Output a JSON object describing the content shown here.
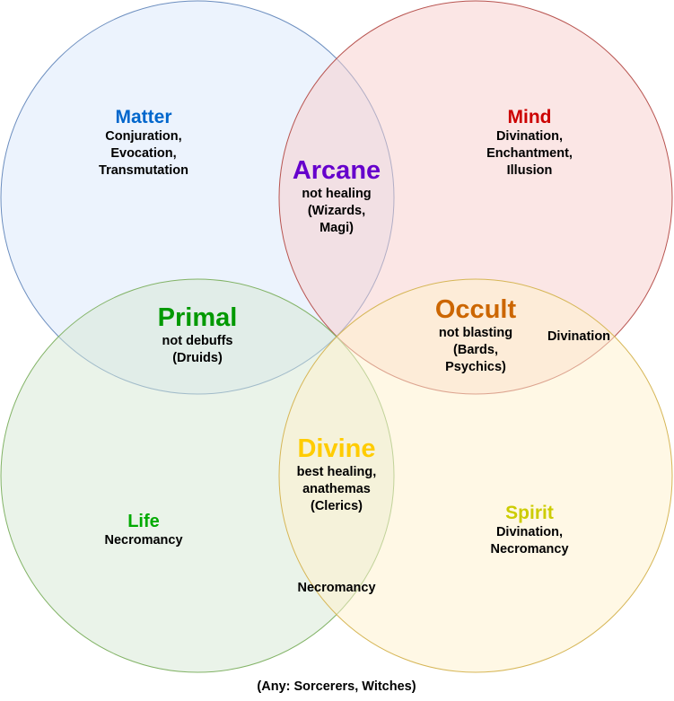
{
  "colors": {
    "matter_fill": "#dae8fc",
    "matter_stroke": "#6c8ebf",
    "mind_fill": "#f8cecc",
    "mind_stroke": "#b85450",
    "life_fill": "#d5e8d4",
    "life_stroke": "#82b366",
    "spirit_fill": "#fff2cc",
    "spirit_stroke": "#d6b656"
  },
  "circles": {
    "matter": {
      "title": "Matter",
      "title_color": "#0066cc",
      "body": "Conjuration,\nEvocation,\nTransmutation"
    },
    "mind": {
      "title": "Mind",
      "title_color": "#cc0000",
      "body": "Divination,\nEnchantment,\nIllusion"
    },
    "life": {
      "title": "Life",
      "title_color": "#00aa00",
      "body": "Necromancy"
    },
    "spirit": {
      "title": "Spirit",
      "title_color": "#cccc00",
      "body": "Divination,\nNecromancy"
    }
  },
  "traditions": {
    "arcane": {
      "title": "Arcane",
      "title_color": "#6600cc",
      "body": "not healing\n(Wizards,\nMagi)"
    },
    "primal": {
      "title": "Primal",
      "title_color": "#009900",
      "body": "not debuffs\n(Druids)"
    },
    "occult": {
      "title": "Occult",
      "title_color": "#cc6600",
      "body": "not blasting\n(Bards,\nPsychics)"
    },
    "divine": {
      "title": "Divine",
      "title_color": "#ffcc00",
      "body": "best healing,\nanathemas\n(Clerics)"
    }
  },
  "overlap_notes": {
    "mind_spirit": "Divination",
    "life_spirit": "Necromancy"
  },
  "footer": "(Any: Sorcerers, Witches)"
}
